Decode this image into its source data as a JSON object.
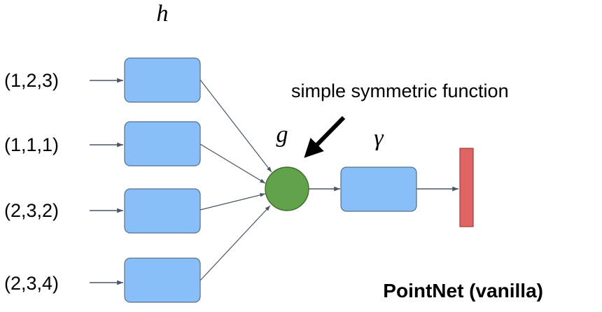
{
  "labels": {
    "h": "h",
    "g": "g",
    "gamma": "γ"
  },
  "inputs": [
    {
      "label": "(1,2,3)"
    },
    {
      "label": "(1,1,1)"
    },
    {
      "label": "(2,3,2)"
    },
    {
      "label": "(2,3,4)"
    }
  ],
  "annotation": "simple symmetric function",
  "caption": "PointNet (vanilla)",
  "colors": {
    "box_fill": "#88bff8",
    "box_stroke": "#5a6f86",
    "node_fill": "#62a24b",
    "node_stroke": "#3f6b2f",
    "output_fill": "#e06464",
    "output_stroke": "#9c3b3b",
    "arrow": "#4a5666"
  }
}
